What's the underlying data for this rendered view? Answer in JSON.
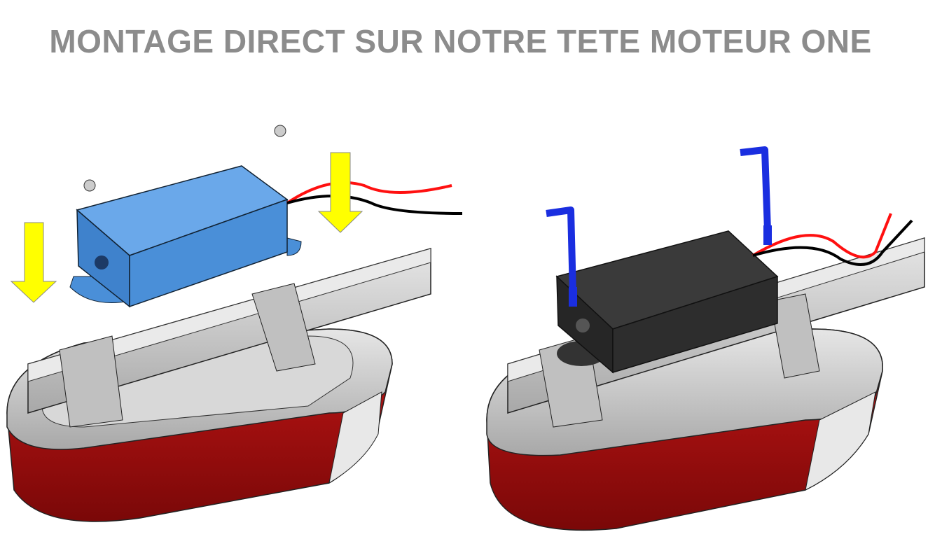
{
  "title": "MONTAGE DIRECT SUR NOTRE TETE MOTEUR ONE",
  "colors": {
    "title": "#8c8c8c",
    "motor_red": "#b01010",
    "rail_grey": "#c8c8c8",
    "box_blue": "#4a8fd8",
    "box_black": "#2a2a2a",
    "arrow_yellow": "#ffff00",
    "connector_blue": "#1a2ee0",
    "wire_red": "#ff1010",
    "wire_black": "#000000"
  },
  "illustrations": [
    {
      "name": "before-mounting",
      "icons": [
        "down-arrow-icon",
        "down-arrow-icon"
      ]
    },
    {
      "name": "after-mounting",
      "icons": [
        "connector-icon",
        "connector-icon"
      ]
    }
  ]
}
